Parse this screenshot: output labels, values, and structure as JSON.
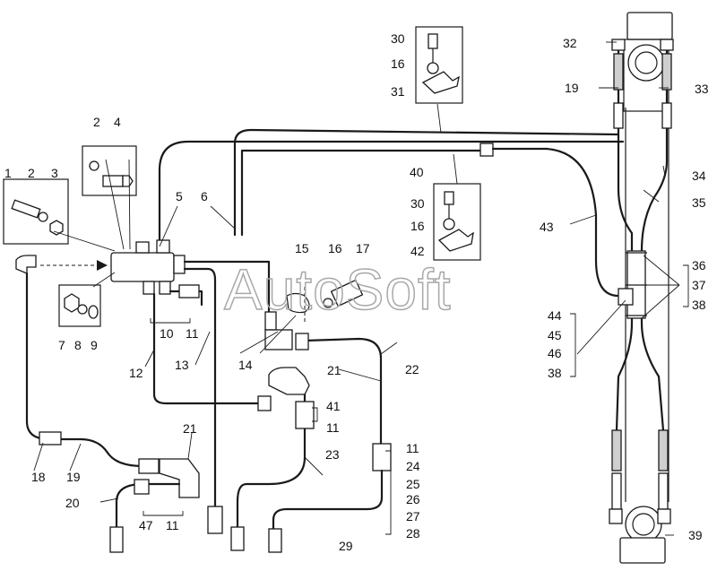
{
  "watermark": "AutoSoft",
  "callouts": [
    {
      "id": "c1",
      "text": "1"
    },
    {
      "id": "c2a",
      "text": "2"
    },
    {
      "id": "c3",
      "text": "3"
    },
    {
      "id": "c2b",
      "text": "2"
    },
    {
      "id": "c4",
      "text": "4"
    },
    {
      "id": "c5",
      "text": "5"
    },
    {
      "id": "c6",
      "text": "6"
    },
    {
      "id": "c7",
      "text": "7"
    },
    {
      "id": "c8",
      "text": "8"
    },
    {
      "id": "c9",
      "text": "9"
    },
    {
      "id": "c10",
      "text": "10"
    },
    {
      "id": "c11a",
      "text": "11"
    },
    {
      "id": "c12",
      "text": "12"
    },
    {
      "id": "c13",
      "text": "13"
    },
    {
      "id": "c14",
      "text": "14"
    },
    {
      "id": "c15",
      "text": "15"
    },
    {
      "id": "c16a",
      "text": "16"
    },
    {
      "id": "c17",
      "text": "17"
    },
    {
      "id": "c18",
      "text": "18"
    },
    {
      "id": "c19a",
      "text": "19"
    },
    {
      "id": "c20",
      "text": "20"
    },
    {
      "id": "c21a",
      "text": "21"
    },
    {
      "id": "c21b",
      "text": "21"
    },
    {
      "id": "c22",
      "text": "22"
    },
    {
      "id": "c23",
      "text": "23"
    },
    {
      "id": "c41",
      "text": "41"
    },
    {
      "id": "c11b",
      "text": "11"
    },
    {
      "id": "c47",
      "text": "47"
    },
    {
      "id": "c11c",
      "text": "11"
    },
    {
      "id": "c29",
      "text": "29"
    },
    {
      "id": "c11d",
      "text": "11"
    },
    {
      "id": "c24",
      "text": "24"
    },
    {
      "id": "c25",
      "text": "25"
    },
    {
      "id": "c26",
      "text": "26"
    },
    {
      "id": "c27",
      "text": "27"
    },
    {
      "id": "c28",
      "text": "28"
    },
    {
      "id": "c30a",
      "text": "30"
    },
    {
      "id": "c16b",
      "text": "16"
    },
    {
      "id": "c31",
      "text": "31"
    },
    {
      "id": "c40",
      "text": "40"
    },
    {
      "id": "c30b",
      "text": "30"
    },
    {
      "id": "c16c",
      "text": "16"
    },
    {
      "id": "c42",
      "text": "42"
    },
    {
      "id": "c43",
      "text": "43"
    },
    {
      "id": "c32",
      "text": "32"
    },
    {
      "id": "c19b",
      "text": "19"
    },
    {
      "id": "c33",
      "text": "33"
    },
    {
      "id": "c34",
      "text": "34"
    },
    {
      "id": "c35",
      "text": "35"
    },
    {
      "id": "c36",
      "text": "36"
    },
    {
      "id": "c37",
      "text": "37"
    },
    {
      "id": "c38a",
      "text": "38"
    },
    {
      "id": "c44",
      "text": "44"
    },
    {
      "id": "c45",
      "text": "45"
    },
    {
      "id": "c46",
      "text": "46"
    },
    {
      "id": "c38b",
      "text": "38"
    },
    {
      "id": "c39",
      "text": "39"
    }
  ]
}
